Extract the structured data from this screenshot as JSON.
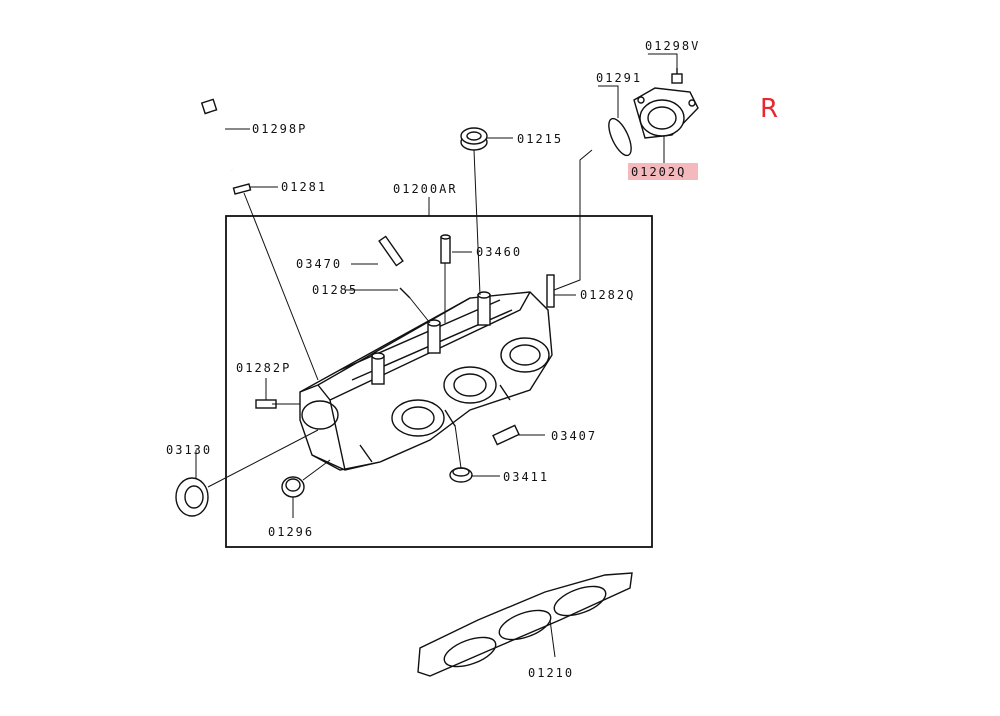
{
  "side_marker": "R",
  "colors": {
    "highlight_bg": "#f4b9bc",
    "side_marker": "#e8272e",
    "line": "#111111"
  },
  "highlighted_part": "01202Q",
  "labels": {
    "p01298V": "01298V",
    "p01291": "01291",
    "p01202Q": "01202Q",
    "p01298P": "01298P",
    "p01215": "01215",
    "p01281": "01281",
    "p01200AR": "01200AR",
    "p03470": "03470",
    "p03460": "03460",
    "p01285": "01285",
    "p01282Q": "01282Q",
    "p01282P": "01282P",
    "p03130": "03130",
    "p03407": "03407",
    "p03411": "03411",
    "p01296": "01296",
    "p01210": "01210"
  }
}
